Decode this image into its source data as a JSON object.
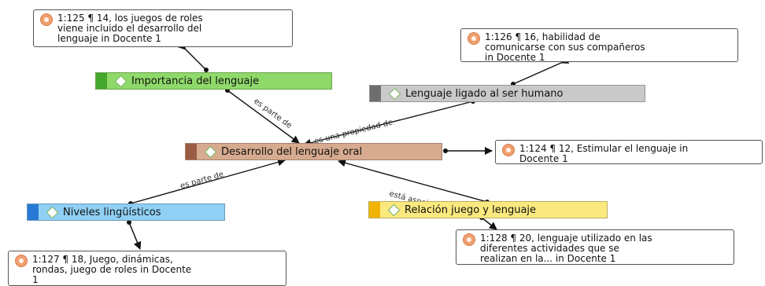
{
  "colors": {
    "green": "#8fd96a",
    "green_dark": "#46a72e",
    "gray": "#c9c9c9",
    "gray_dark": "#6e6e6e",
    "brown": "#d7ab8f",
    "brown_dark": "#9a5d43",
    "blue": "#8fd0f4",
    "blue_dark": "#2879d6",
    "yellow": "#fae97f",
    "yellow_dark": "#f0b400"
  },
  "codes": [
    {
      "id": "importancia",
      "label": "Importancia del lenguaje",
      "fill": "#8fd96a",
      "stripe": "#46a72e"
    },
    {
      "id": "lenguaje-ligado",
      "label": "Lenguaje ligado al ser humano",
      "fill": "#c9c9c9",
      "stripe": "#6e6e6e"
    },
    {
      "id": "desarrollo",
      "label": "Desarrollo del lenguaje oral",
      "fill": "#d7ab8f",
      "stripe": "#9a5d43"
    },
    {
      "id": "niveles",
      "label": "Niveles lingüísticos",
      "fill": "#8fd0f4",
      "stripe": "#2879d6"
    },
    {
      "id": "relacion",
      "label": "Relación juego y lenguaje",
      "fill": "#fae97f",
      "stripe": "#f0b400"
    }
  ],
  "quotes": [
    {
      "id": "q125",
      "text": "1:125 ¶ 14, los juegos de roles\nviene incluido el desarrollo del\nlenguaje in Docente 1"
    },
    {
      "id": "q126",
      "text": "1:126 ¶ 16, habilidad de\ncomunicarse con sus compañeros\nin Docente 1"
    },
    {
      "id": "q124",
      "text": "1:124 ¶ 12, Estimular el lenguaje in\nDocente 1"
    },
    {
      "id": "q128",
      "text": "1:128 ¶ 20, lenguaje utilizado en las\ndiferentes actividades que se\nrealizan en la... in Docente 1"
    },
    {
      "id": "q127",
      "text": "1:127 ¶ 18, Juego, dinámicas,\nrondas, juego de roles in Docente\n1"
    }
  ],
  "relations": [
    {
      "id": "rel-importancia",
      "label": "es parte de"
    },
    {
      "id": "rel-ligado",
      "label": "es una propiedad de"
    },
    {
      "id": "rel-niveles",
      "label": "es parte de"
    },
    {
      "id": "rel-relacion",
      "label": "está asociado con"
    }
  ]
}
